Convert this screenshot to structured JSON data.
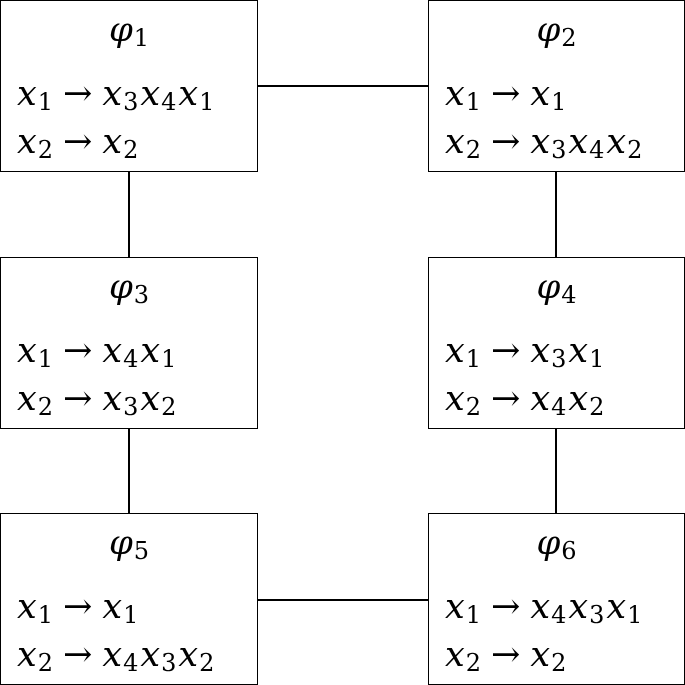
{
  "nodes": [
    {
      "symbol": "φ",
      "index": "1",
      "rules": [
        {
          "lhs": [
            {
              "v": "x",
              "s": "1"
            }
          ],
          "arrow": "→",
          "rhs": [
            {
              "v": "x",
              "s": "3"
            },
            {
              "v": "x",
              "s": "4"
            },
            {
              "v": "x",
              "s": "1"
            }
          ]
        },
        {
          "lhs": [
            {
              "v": "x",
              "s": "2"
            }
          ],
          "arrow": "→",
          "rhs": [
            {
              "v": "x",
              "s": "2"
            }
          ]
        }
      ]
    },
    {
      "symbol": "φ",
      "index": "2",
      "rules": [
        {
          "lhs": [
            {
              "v": "x",
              "s": "1"
            }
          ],
          "arrow": "→",
          "rhs": [
            {
              "v": "x",
              "s": "1"
            }
          ]
        },
        {
          "lhs": [
            {
              "v": "x",
              "s": "2"
            }
          ],
          "arrow": "→",
          "rhs": [
            {
              "v": "x",
              "s": "3"
            },
            {
              "v": "x",
              "s": "4"
            },
            {
              "v": "x",
              "s": "2"
            }
          ]
        }
      ]
    },
    {
      "symbol": "φ",
      "index": "3",
      "rules": [
        {
          "lhs": [
            {
              "v": "x",
              "s": "1"
            }
          ],
          "arrow": "→",
          "rhs": [
            {
              "v": "x",
              "s": "4"
            },
            {
              "v": "x",
              "s": "1"
            }
          ]
        },
        {
          "lhs": [
            {
              "v": "x",
              "s": "2"
            }
          ],
          "arrow": "→",
          "rhs": [
            {
              "v": "x",
              "s": "3"
            },
            {
              "v": "x",
              "s": "2"
            }
          ]
        }
      ]
    },
    {
      "symbol": "φ",
      "index": "4",
      "rules": [
        {
          "lhs": [
            {
              "v": "x",
              "s": "1"
            }
          ],
          "arrow": "→",
          "rhs": [
            {
              "v": "x",
              "s": "3"
            },
            {
              "v": "x",
              "s": "1"
            }
          ]
        },
        {
          "lhs": [
            {
              "v": "x",
              "s": "2"
            }
          ],
          "arrow": "→",
          "rhs": [
            {
              "v": "x",
              "s": "4"
            },
            {
              "v": "x",
              "s": "2"
            }
          ]
        }
      ]
    },
    {
      "symbol": "φ",
      "index": "5",
      "rules": [
        {
          "lhs": [
            {
              "v": "x",
              "s": "1"
            }
          ],
          "arrow": "→",
          "rhs": [
            {
              "v": "x",
              "s": "1"
            }
          ]
        },
        {
          "lhs": [
            {
              "v": "x",
              "s": "2"
            }
          ],
          "arrow": "→",
          "rhs": [
            {
              "v": "x",
              "s": "4"
            },
            {
              "v": "x",
              "s": "3"
            },
            {
              "v": "x",
              "s": "2"
            }
          ]
        }
      ]
    },
    {
      "symbol": "φ",
      "index": "6",
      "rules": [
        {
          "lhs": [
            {
              "v": "x",
              "s": "1"
            }
          ],
          "arrow": "→",
          "rhs": [
            {
              "v": "x",
              "s": "4"
            },
            {
              "v": "x",
              "s": "3"
            },
            {
              "v": "x",
              "s": "1"
            }
          ]
        },
        {
          "lhs": [
            {
              "v": "x",
              "s": "2"
            }
          ],
          "arrow": "→",
          "rhs": [
            {
              "v": "x",
              "s": "2"
            }
          ]
        }
      ]
    }
  ],
  "edges": [
    {
      "from": 1,
      "to": 2
    },
    {
      "from": 1,
      "to": 3
    },
    {
      "from": 2,
      "to": 4
    },
    {
      "from": 3,
      "to": 5
    },
    {
      "from": 4,
      "to": 6
    },
    {
      "from": 5,
      "to": 6
    }
  ]
}
